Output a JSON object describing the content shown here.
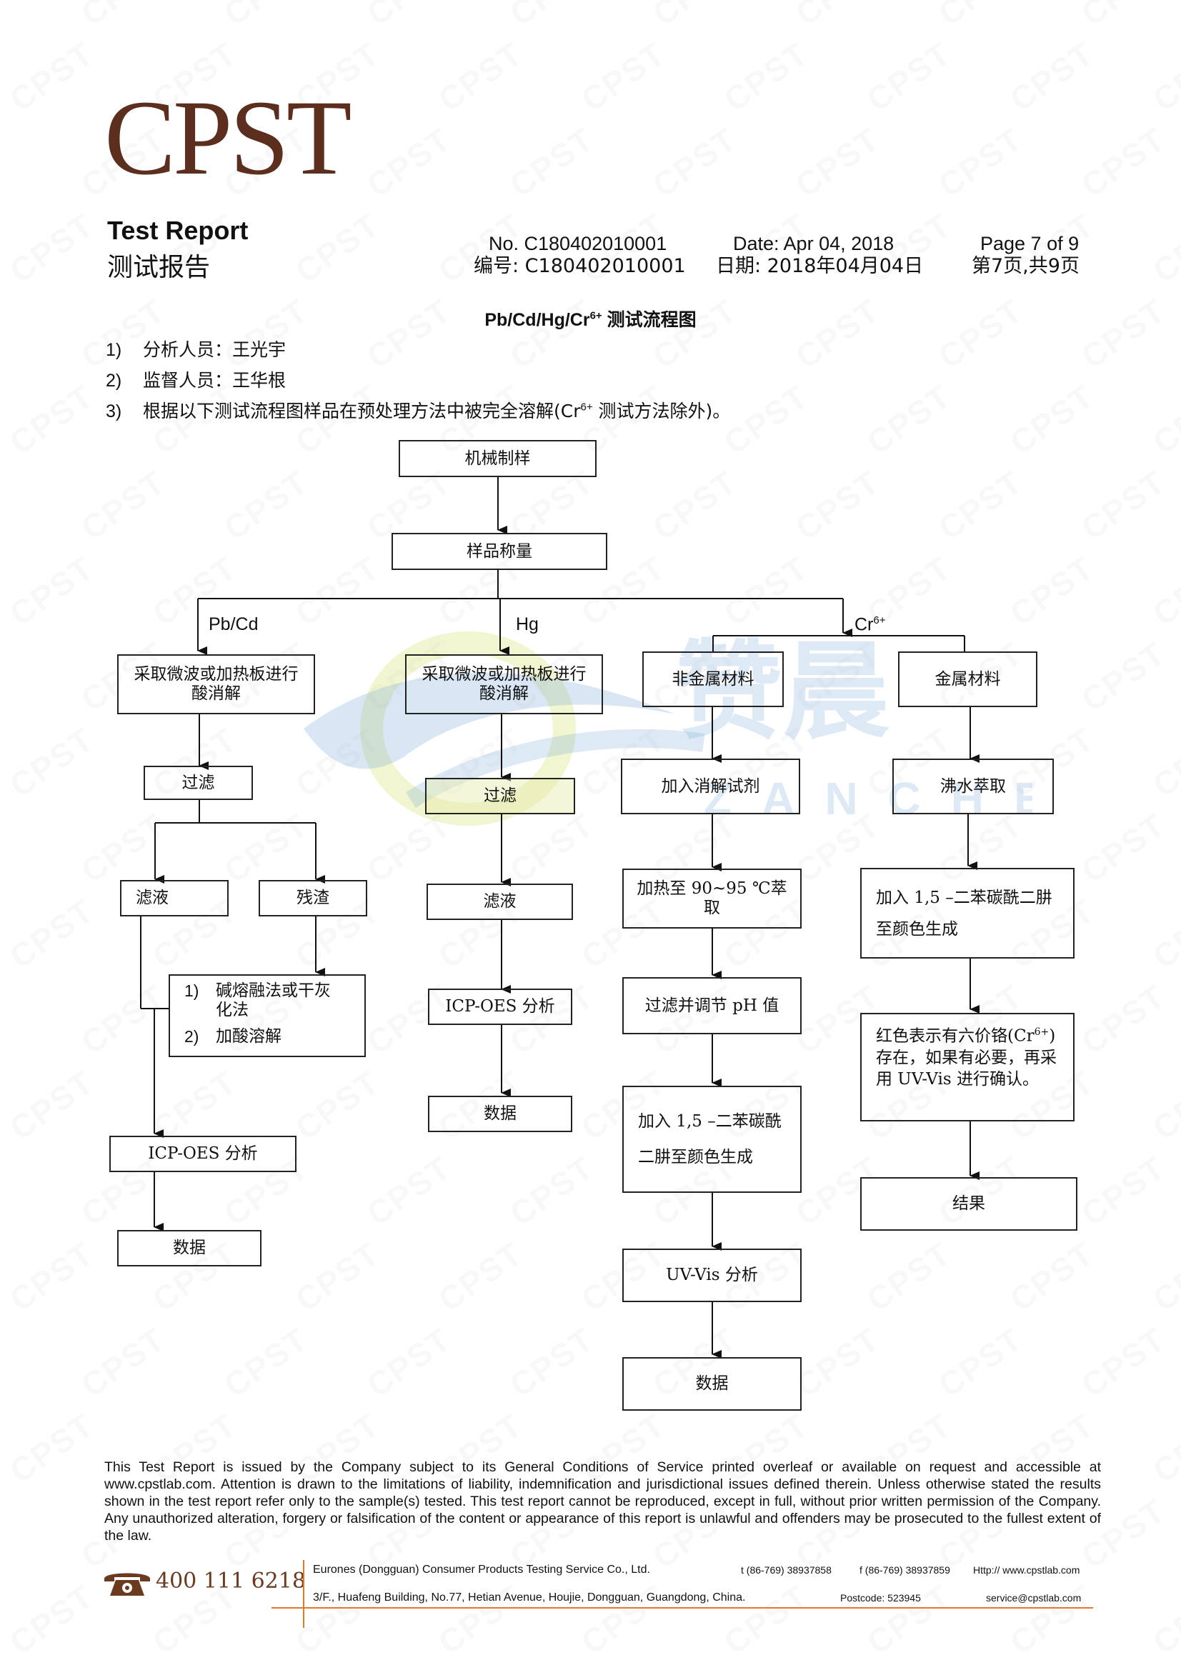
{
  "brand": {
    "logo": "CPST",
    "watermark": "CPST",
    "mark_cn": "赞晨",
    "mark_en": "ZANCHEN",
    "accent_color": "#5b2e1e",
    "line_color": "#e07a2a"
  },
  "header": {
    "title_en": "Test Report",
    "title_cn": "测试报告",
    "no_en": "No. C180402010001",
    "no_cn": "编号: C180402010001",
    "date_en": "Date: Apr 04, 2018",
    "date_cn": "日期: 2018年04月04日",
    "page_en": "Page 7 of 9",
    "page_cn": "第7页,共9页"
  },
  "chart_title": {
    "prefix": "Pb/Cd/Hg/Cr",
    "sup": "6+",
    "suffix": " 测试流程图"
  },
  "notes": [
    {
      "num": "1)",
      "text": "分析人员：王光宇"
    },
    {
      "num": "2)",
      "text": "监督人员：王华根"
    },
    {
      "num": "3)",
      "text_a": "根据以下测试流程图样品在预处理方法中被完全溶解(Cr",
      "sup": "6+",
      "text_b": " 测试方法除外)。"
    }
  ],
  "flow": {
    "root": "机械制样",
    "weigh": "样品称量",
    "branches": {
      "pbcd": "Pb/Cd",
      "hg": "Hg",
      "cr": "Cr",
      "cr_sup": "6+"
    },
    "pbcd": {
      "digest": "采取微波或加热板进行酸消解",
      "filter": "过滤",
      "filtrate": "滤液",
      "residue": "残渣",
      "residue_step1_num": "1)",
      "residue_step1": "碱熔融法或干灰化法",
      "residue_step2_num": "2)",
      "residue_step2": "加酸溶解",
      "icp": "ICP-OES 分析",
      "data": "数据"
    },
    "hg": {
      "digest": "采取微波或加热板进行酸消解",
      "filter": "过滤",
      "filtrate": "滤液",
      "icp": "ICP-OES 分析",
      "data": "数据"
    },
    "cr_nonmetal": {
      "material": "非金属材料",
      "reagent": "加入消解试剂",
      "heat": "加热至 90~95 ℃萃取",
      "adjust": "过滤并调节 pH 值",
      "color": "加入 1,5 –二苯碳酰二肼至颜色生成",
      "uvvis": "UV-Vis 分析",
      "data": "数据"
    },
    "cr_metal": {
      "material": "金属材料",
      "boil": "沸水萃取",
      "color": "加入 1,5 –二苯碳酰二肼至颜色生成",
      "red_a": "红色表示有六价铬(Cr",
      "red_sup": "6+",
      "red_b": ")存在，如果有必要，再采用 UV-Vis 进行确认。",
      "result": "结果"
    }
  },
  "disclaimer": "This Test Report is issued by the Company subject to its General Conditions of Service printed overleaf or available on request and accessible at www.cpstlab.com. Attention is drawn to the limitations of liability, indemnification and jurisdictional issues defined therein. Unless otherwise stated the results shown in the test report refer only to the sample(s) tested. This test report cannot be reproduced, except in full, without prior written permission of the Company. Any unauthorized alteration, forgery or falsification of the content or appearance of this report is unlawful and offenders may be prosecuted to the fullest extent of the law.",
  "footer": {
    "hotline": "400 111 6218",
    "company": "Eurones (Dongguan) Consumer Products Testing Service Co., Ltd.",
    "tel": "t (86-769) 38937858",
    "fax": "f (86-769) 38937859",
    "web": "Http:// www.cpstlab.com",
    "address": "3/F., Huafeng Building, No.77, Hetian Avenue, Houjie, Dongguan, Guangdong, China.",
    "postcode": "Postcode: 523945",
    "email": "service@cpstlab.com"
  }
}
